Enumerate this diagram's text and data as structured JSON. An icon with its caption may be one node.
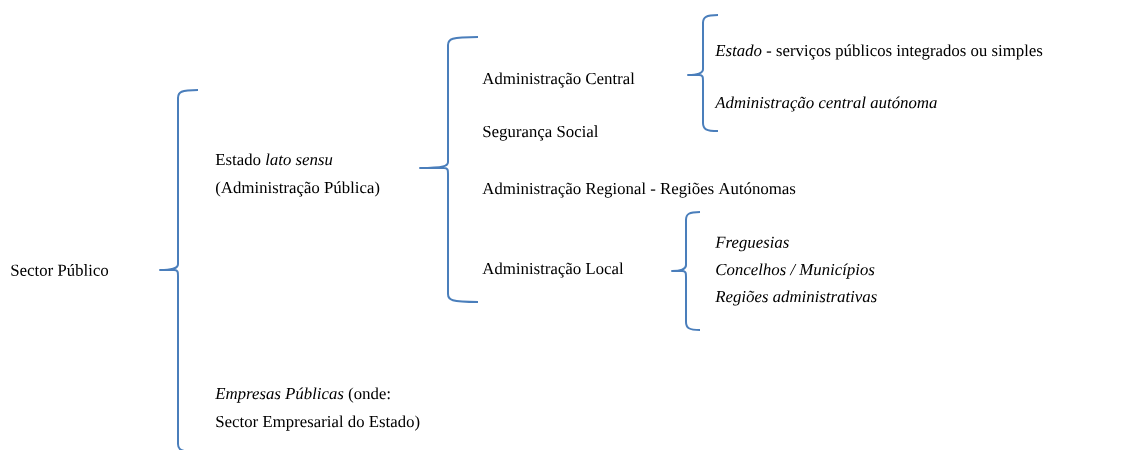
{
  "diagram": {
    "labels": [
      "Sector Público",
      "Estado *lato sensu* (Administração Pública)",
      "Administração Central",
      "*Estado* - serviços públicos integrados ou simples",
      "Administração central autónoma",
      "Segurança Social",
      "Administração Regional - Regiões Autónomas",
      "Administração Local",
      "Freguesias",
      "Concelhos / Municípios",
      "Regiões administrativas",
      "*Empresas Públicas* (onde: Sector Empresarial do Estado)"
    ]
  }
}
